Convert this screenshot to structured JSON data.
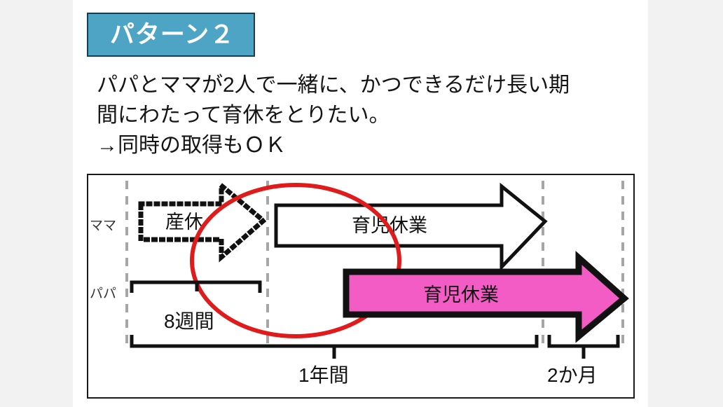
{
  "slide": {
    "badge": {
      "label": "パターン２",
      "fill": "#4da4c4",
      "border": "#1f3a4d",
      "text_color": "#ffffff"
    },
    "body_text": {
      "line1": "パパとママが2人で一緒に、かつできるだけ長い期",
      "line2": "間にわたって育休をとりたい。",
      "line3": "→同時の取得もＯＫ"
    },
    "diagram": {
      "row_labels": {
        "mother": "ママ",
        "father": "パパ"
      },
      "arrows": {
        "maternity_leave": {
          "label": "産休",
          "style": "dotted-outline",
          "owner": "ママ"
        },
        "mother_childcare_leave": {
          "label": "育児休業",
          "style": "white-outline",
          "owner": "ママ"
        },
        "father_childcare_leave": {
          "label": "育児休業",
          "style": "pink-filled",
          "fill": "#f45cc5",
          "owner": "パパ"
        }
      },
      "span_labels": {
        "eight_weeks": "8週間",
        "one_year": "1年間",
        "two_months": "2か月"
      },
      "highlight_ellipse": {
        "stroke": "#e01b1b"
      },
      "gridline_color": "#a6a6a6"
    }
  }
}
